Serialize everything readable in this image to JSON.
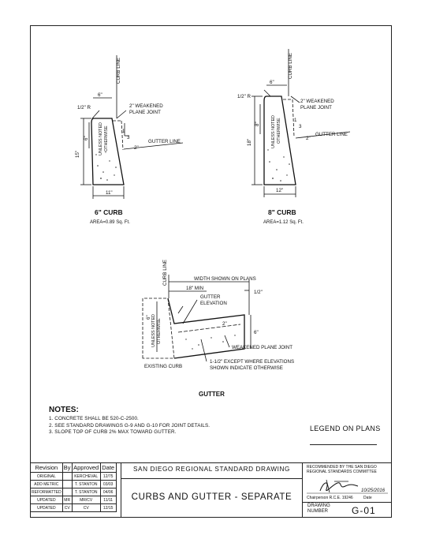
{
  "curb6": {
    "dims": {
      "top": "6\"",
      "radius": "1/2\" R",
      "joint": "2\" WEAKENED PLANE JOINT",
      "joint_l1": "2\" WEAKENED",
      "joint_l2": "PLANE JOINT",
      "curb_line": "CURB LINE",
      "gutter_line": "GUTTER LINE",
      "height": "15\"",
      "face": "6\"",
      "unless1": "UNLESS NOTED",
      "unless2": "OTHERWISE",
      "slope_v": "1",
      "slope_h": "3",
      "two": "2\"",
      "base": "11\""
    },
    "title": "6\" CURB",
    "area": "AREA=0.89 Sq. Ft."
  },
  "curb8": {
    "dims": {
      "top": "6\"",
      "radius": "1/2\" R",
      "joint_l1": "2\" WEAKENED",
      "joint_l2": "PLANE JOINT",
      "curb_line": "CURB LINE",
      "gutter_line": "GUTTER LINE",
      "height": "18\"",
      "face": "8\"",
      "unless1": "UNLESS NOTED",
      "unless2": "OTHERWISE",
      "slope_v": "1",
      "slope_h": "3",
      "two": "2\"",
      "base": "12\""
    },
    "title": "8\" CURB",
    "area": "AREA=1.12 Sq. Ft."
  },
  "gutter": {
    "curb_line": "CURB LINE",
    "width": "WIDTH SHOWN ON PLANS",
    "min": "18\" MIN",
    "half": "1/2\"",
    "elev_l1": "GUTTER",
    "elev_l2": "ELEVATION",
    "six": "6\"",
    "two": "2\"",
    "face": "6\"",
    "unless1": "UNLESS NOTED",
    "unless2": "OTHERWISE",
    "joint": "WEAKENED PLANE JOINT",
    "existing": "EXISTING CURB",
    "except_l1": "1-1/2\" EXCEPT WHERE ELEVATIONS",
    "except_l2": "SHOWN INDICATE OTHERWISE",
    "title": "GUTTER"
  },
  "notes": {
    "title": "NOTES:",
    "items": [
      "1. CONCRETE SHALL BE 520-C-2500.",
      "2. SEE STANDARD DRAWINGS G-9 AND G-10 FOR JOINT DETAILS.",
      "3. SLOPE TOP OF CURB 2% MAX TOWARD GUTTER."
    ]
  },
  "legend": "LEGEND ON PLANS",
  "revisions": {
    "headers": [
      "Revision",
      "By",
      "Approved",
      "Date"
    ],
    "rows": [
      [
        "ORIGINAL",
        "",
        "KERCHEVAL",
        "12/75"
      ],
      [
        "ADD METRIC",
        "",
        "T. STANTON",
        "03/03"
      ],
      [
        "REFORMATTED",
        "",
        "T. STANTON",
        "04/06"
      ],
      [
        "UPDATED",
        "MR",
        "MR/CV",
        "11/11"
      ],
      [
        "UPDATED",
        "CV",
        "CV",
        "12/15"
      ]
    ]
  },
  "title_block": {
    "agency": "SAN DIEGO REGIONAL STANDARD DRAWING",
    "title": "CURBS AND GUTTER - SEPARATE"
  },
  "approval": {
    "rec_l1": "RECOMMENDED BY THE SAN DIEGO",
    "rec_l2": "REGIONAL STANDARDS COMMITTEE",
    "date": "10/25/2016",
    "chair": "Chairperson R.C.E. 19246",
    "date_label": "Date",
    "drawing_l1": "DRAWING",
    "drawing_l2": "NUMBER",
    "number": "G-01"
  }
}
